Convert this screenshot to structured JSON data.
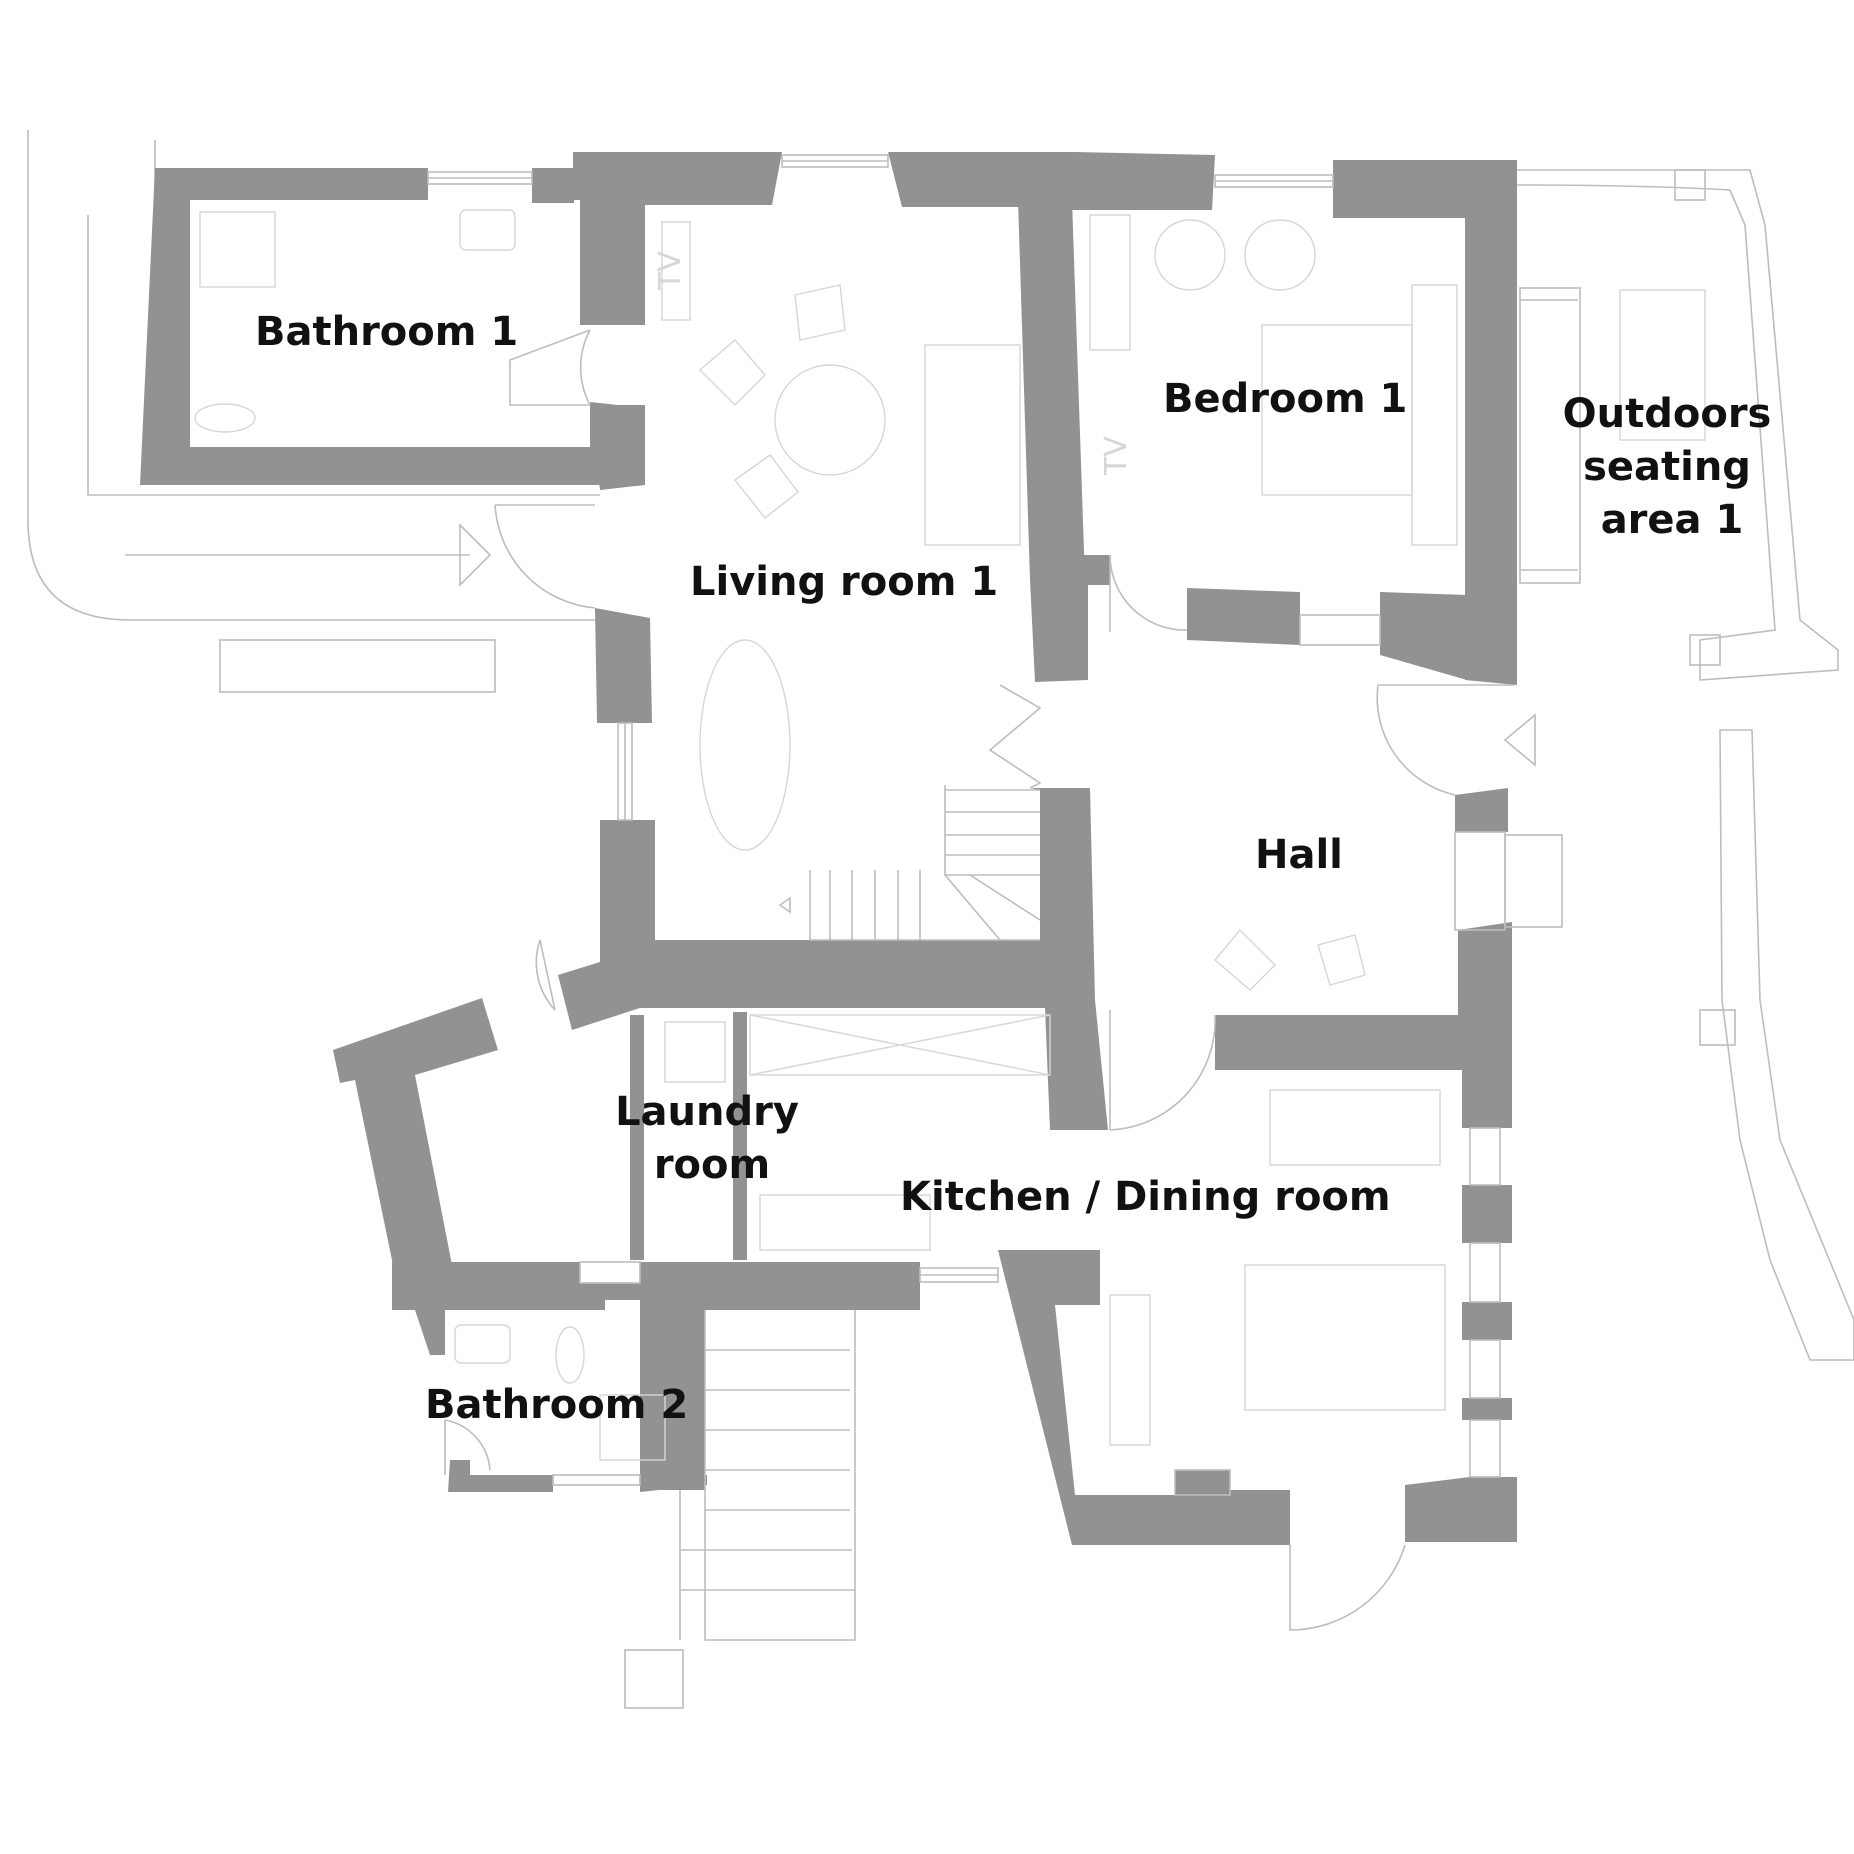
{
  "colors": {
    "wall": "#929292",
    "line": "#bdbdbd",
    "furniture": "#d6d6d6",
    "text": "#111111",
    "background": "#ffffff"
  },
  "rooms": {
    "bathroom_1": "Bathroom 1",
    "living_room_1": "Living room 1",
    "bedroom_1": "Bedroom 1",
    "outdoors_line_1": "Outdoors",
    "outdoors_line_2": "seating",
    "outdoors_line_3": "area 1",
    "hall": "Hall",
    "laundry_line_1": "Laundry",
    "laundry_line_2": "room",
    "kitchen_dining": "Kitchen / Dining room",
    "bathroom_2": "Bathroom 2"
  },
  "fixtures": {
    "tv_living": "TV",
    "tv_bedroom": "TV"
  }
}
